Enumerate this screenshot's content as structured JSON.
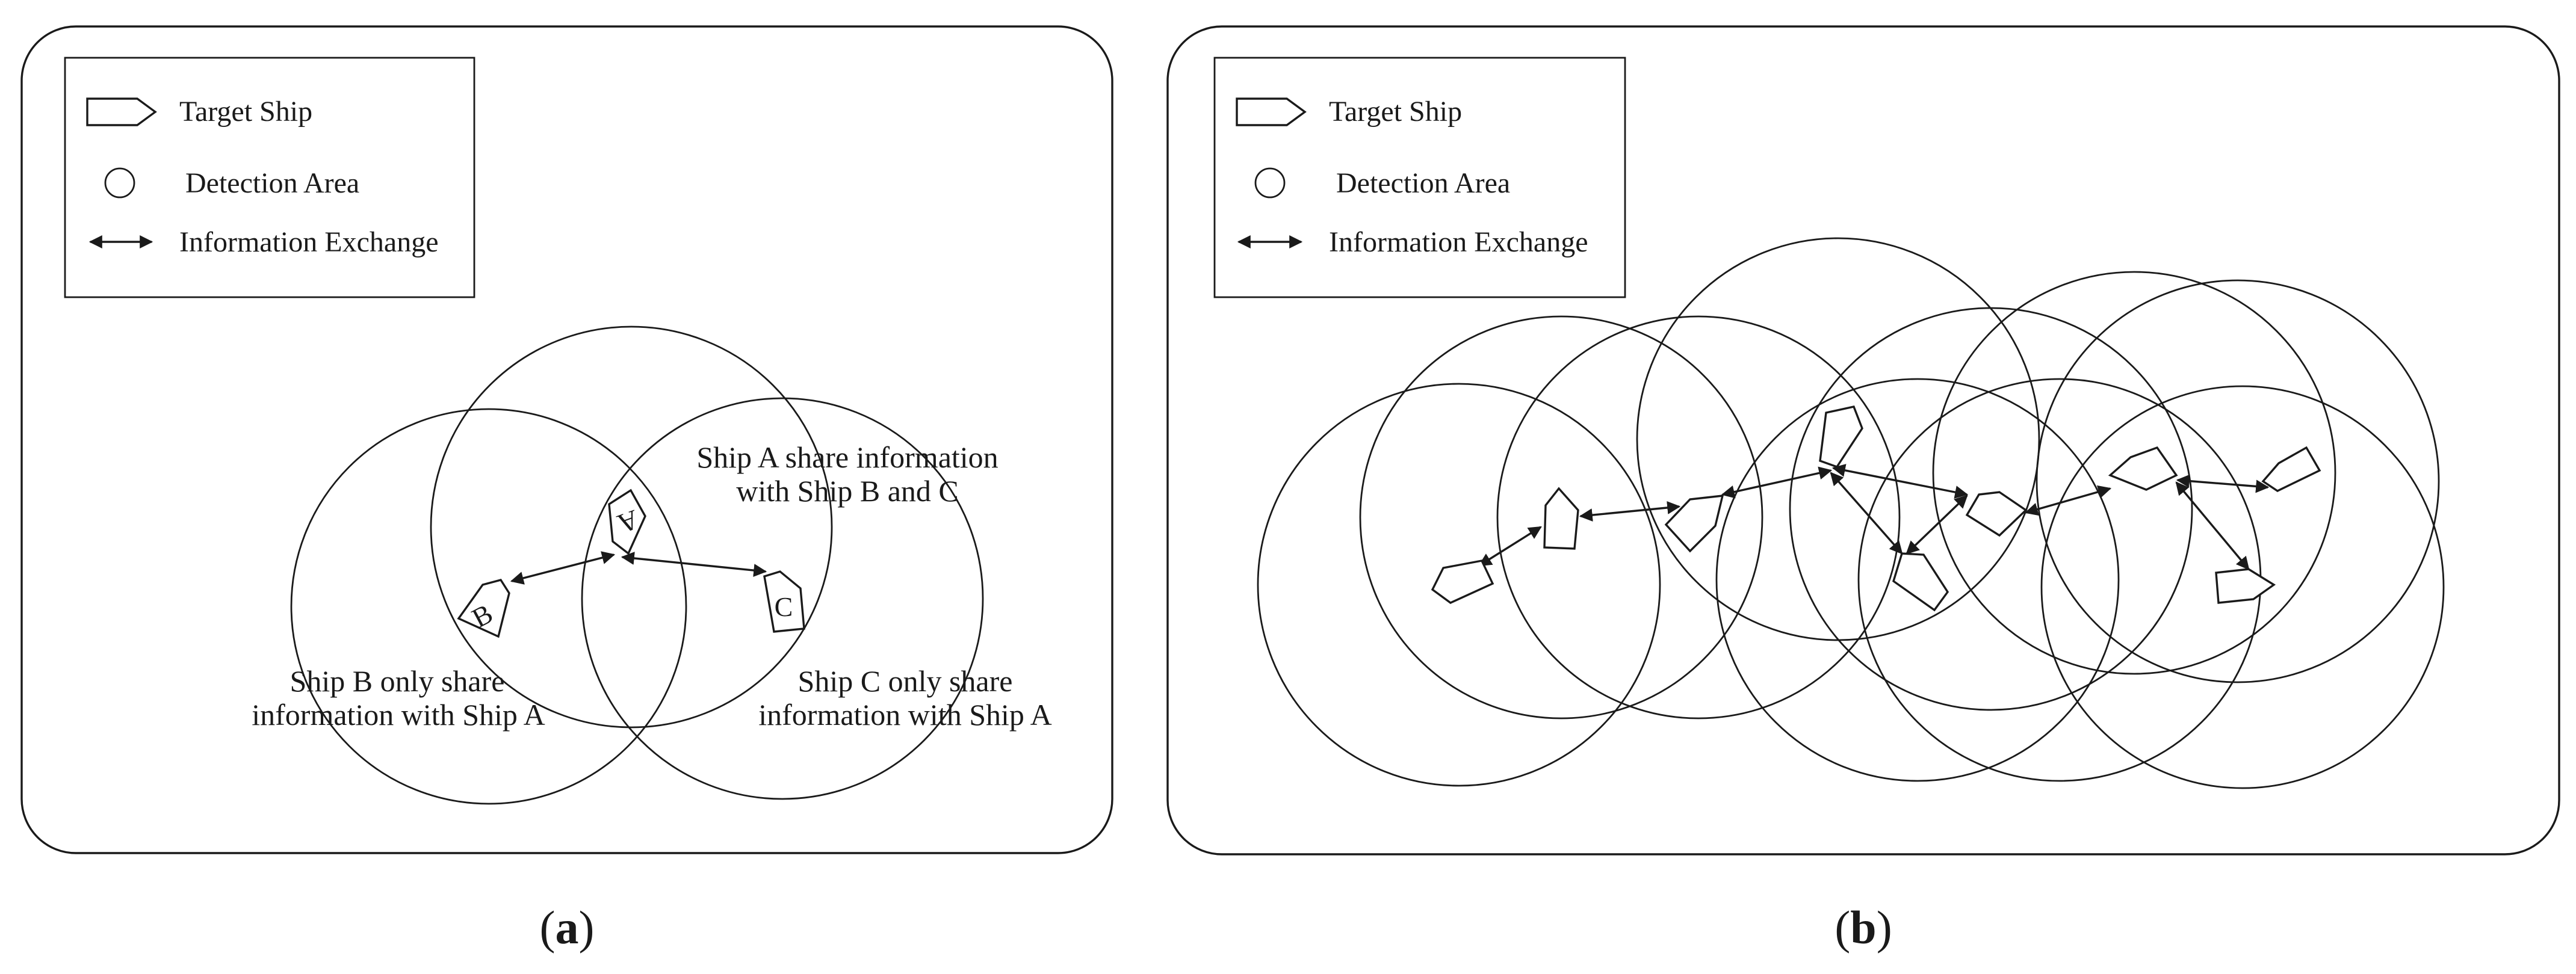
{
  "panel_a": {
    "legend": {
      "ship_label": "Target Ship",
      "detection_label": "Detection Area",
      "exchange_label": "Information Exchange"
    },
    "ships": {
      "a": "A",
      "b": "B",
      "c": "C"
    },
    "annotations": {
      "a_line1": "Ship A share information",
      "a_line2": "with Ship B and C",
      "b_line1": "Ship B only share",
      "b_line2": "information with Ship A",
      "c_line1": "Ship C only share",
      "c_line2": "information with Ship A"
    },
    "caption_open": "(",
    "caption_letter": "a",
    "caption_close": ")"
  },
  "panel_b": {
    "legend": {
      "ship_label": "Target Ship",
      "detection_label": "Detection Area",
      "exchange_label": "Information Exchange"
    },
    "caption_open": "(",
    "caption_letter": "b",
    "caption_close": ")"
  }
}
